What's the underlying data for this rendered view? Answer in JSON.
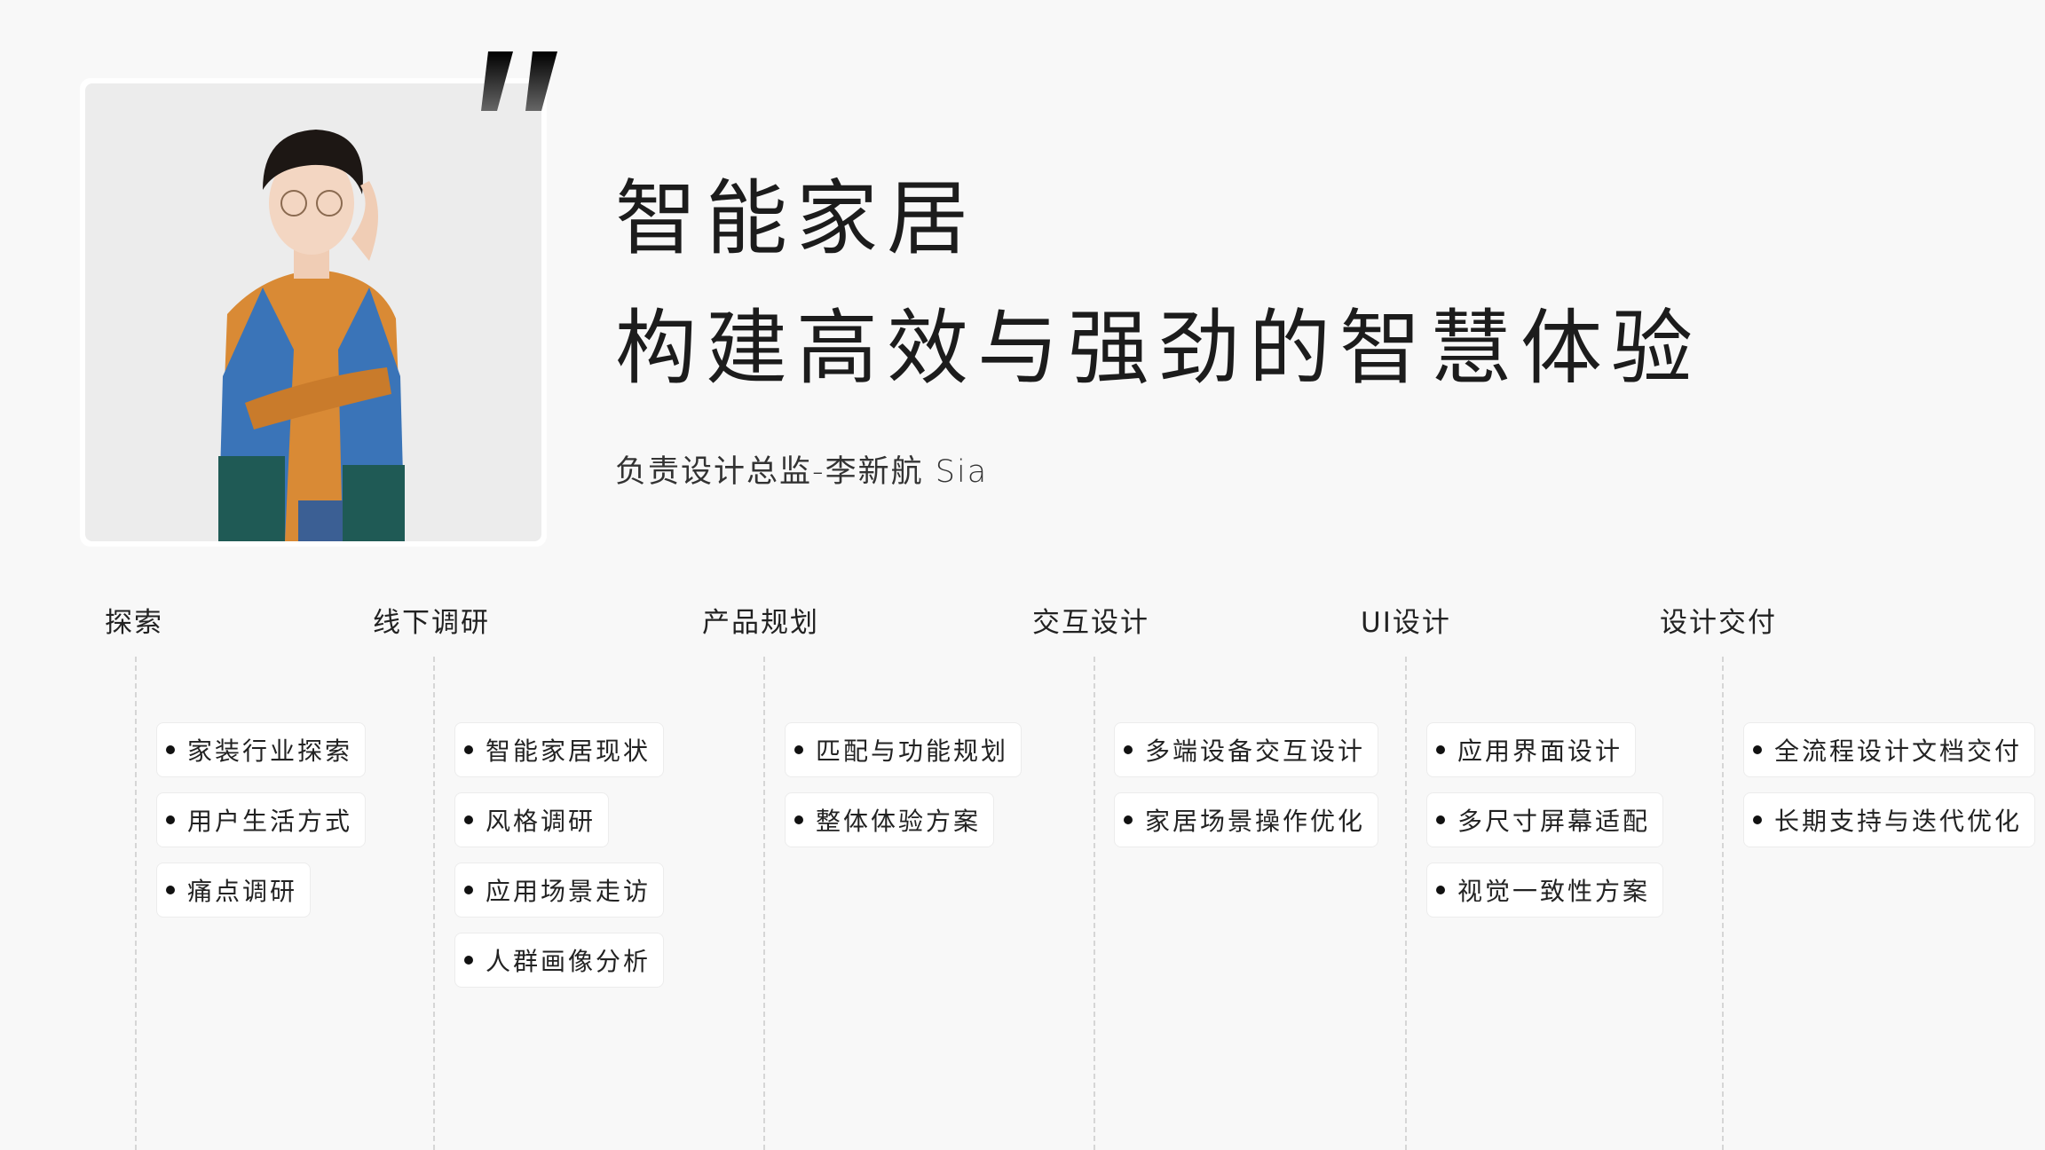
{
  "header": {
    "title_line1": "智能家居",
    "title_line2": "构建高效与强劲的智慧体验",
    "subtitle": "负责设计总监-李新航 Sia"
  },
  "columns": [
    {
      "label": "探索",
      "items": [
        "家装行业探索",
        "用户生活方式",
        "痛点调研"
      ]
    },
    {
      "label": "线下调研",
      "items": [
        "智能家居现状",
        "风格调研",
        "应用场景走访",
        "人群画像分析"
      ]
    },
    {
      "label": "产品规划",
      "items": [
        "匹配与功能规划",
        "整体体验方案"
      ]
    },
    {
      "label": "交互设计",
      "items": [
        "多端设备交互设计",
        "家居场景操作优化"
      ]
    },
    {
      "label": "UI设计",
      "items": [
        "应用界面设计",
        "多尺寸屏幕适配",
        "视觉一致性方案"
      ]
    },
    {
      "label": "设计交付",
      "items": [
        "全流程设计文档交付",
        "长期支持与迭代优化"
      ]
    }
  ],
  "colors": {
    "background": "#f8f8f8",
    "shirt": "#d98a35",
    "vest": "#3a74b8"
  }
}
